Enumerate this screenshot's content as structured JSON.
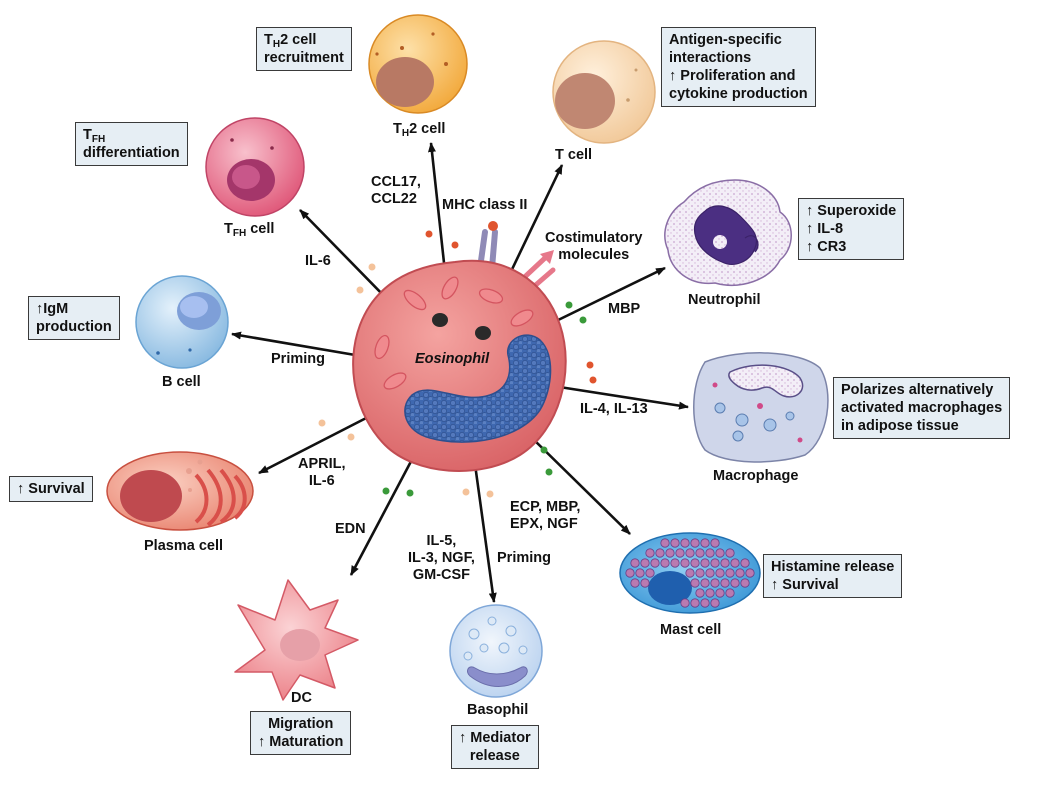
{
  "center": {
    "label": "Eosinophil"
  },
  "cells": {
    "th2": "2 cell",
    "t": "T cell",
    "tfh": " cell",
    "neutrophil": "Neutrophil",
    "b": "B cell",
    "macrophage": "Macrophage",
    "plasma": "Plasma cell",
    "mast": "Mast cell",
    "dc": "DC",
    "basophil": "Basophil"
  },
  "subscripts": {
    "H": "H",
    "FH": "FH",
    "T": "T"
  },
  "mediators": {
    "ccl": [
      "CCL17,",
      "CCL22"
    ],
    "mhc": "MHC class II",
    "costim": [
      "Costimulatory",
      "molecules"
    ],
    "il6": "IL-6",
    "mbp": "MBP",
    "priming_b": "Priming",
    "il4": "IL-4, IL-13",
    "april": [
      "APRIL,",
      "IL-6"
    ],
    "ecp": [
      "ECP, MBP,",
      "EPX, NGF"
    ],
    "edn": "EDN",
    "il5": [
      "IL-5,",
      "IL-3, NGF,",
      "GM-CSF"
    ],
    "priming_baso": "Priming"
  },
  "outcomes": {
    "th2": [
      "2 cell",
      "recruitment"
    ],
    "tfh": "differentiation",
    "t": [
      "Antigen-specific",
      "interactions",
      "↑ Proliferation and",
      "cytokine production"
    ],
    "igm": [
      "↑IgM",
      "production"
    ],
    "neutrophil": [
      "↑ Superoxide",
      "↑ IL-8",
      "↑ CR3"
    ],
    "macrophage": [
      "Polarizes alternatively",
      "activated macrophages",
      "in adipose tissue"
    ],
    "survival": "↑ Survival",
    "mast": [
      "Histamine release",
      "↑ Survival"
    ],
    "dc": [
      "Migration",
      "↑ Maturation"
    ],
    "basophil": [
      "↑ Mediator",
      "release"
    ]
  },
  "colors": {
    "eosinophil": "#e9787a",
    "eos_nucleus": "#3f68b0",
    "th2": "#f5b24e",
    "t_cell": "#f6d6ae",
    "tfh": "#e5637f",
    "neutrophil_nucleus": "#4b2f82",
    "b_cell": "#9cc8e8",
    "macrophage": "#cfd6ea",
    "plasma": "#e66c5c",
    "mast": "#3b95d6",
    "dc": "#f0888e",
    "basophil": "#cfe0f4",
    "box_fill": "#e6eef4"
  }
}
